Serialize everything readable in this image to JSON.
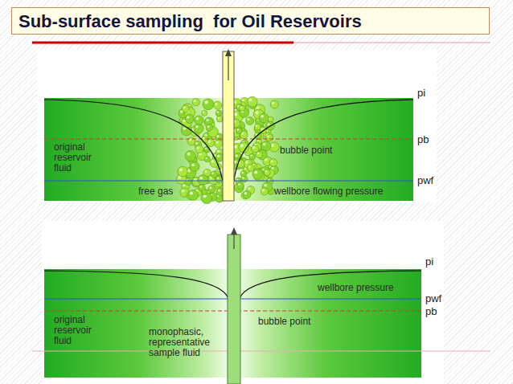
{
  "diagram": {
    "title": "Sub-surface sampling  for Oil Reservoirs",
    "nodes": [
      {
        "text": [
          "original reservoir fluid",
          "bubble point",
          "free gas",
          "wellbore flowing pressure"
        ]
      },
      {
        "text": [
          "wellbore pressure",
          "original reservoir fluid",
          "bubble point",
          "monophasic, representative sample fluid"
        ]
      }
    ],
    "labels": [
      "pi",
      "pb",
      "pwf",
      "pi",
      "pwf",
      "pb"
    ]
  }
}
